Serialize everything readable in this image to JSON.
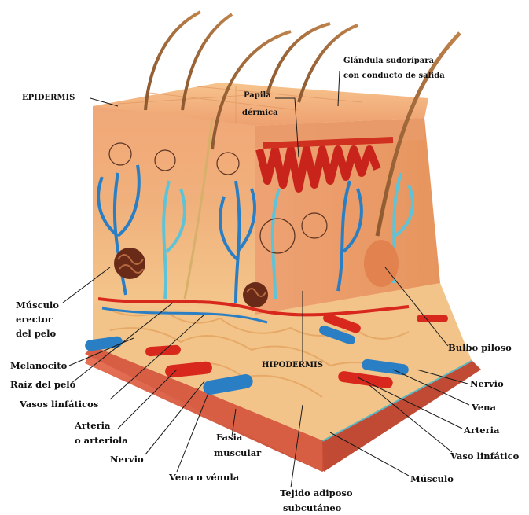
{
  "labels": {
    "epidermis": "EPIDERMIS",
    "papila_1": "Papila",
    "papila_2": "dérmica",
    "glandula_1": "Glándula sudorípara",
    "glandula_2": "con conducto de salida",
    "musculo_erector_1": "Músculo",
    "musculo_erector_2": "erector",
    "musculo_erector_3": "del pelo",
    "melanocito": "Melanocito",
    "raiz_pelo": "Raíz del pelo",
    "vasos_linfaticos": "Vasos linfáticos",
    "arteria_1": "Arteria",
    "arteria_2": "o arteriola",
    "nervio_left": "Nervio",
    "fascia_1": "Fasia",
    "fascia_2": "muscular",
    "vena_venula": "Vena o vénula",
    "tejido_1": "Tejido adiposo",
    "tejido_2": "subcutáneo",
    "hipodermis": "HIPODERMIS",
    "bulbo_piloso": "Bulbo piloso",
    "nervio_right": "Nervio",
    "vena_right": "Vena",
    "arteria_right": "Arteria",
    "vaso_linfatico": "Vaso linfático",
    "musculo": "Músculo"
  },
  "colors": {
    "epidermis_top": "#f2b57a",
    "dermis": "#f0a27a",
    "dermis_dark": "#e0805a",
    "fat": "#f3c98a",
    "muscle": "#e06a4a",
    "artery": "#d8281e",
    "vein": "#2a7fc4",
    "lymph": "#5fc3d8",
    "hair": "#a4683a"
  }
}
